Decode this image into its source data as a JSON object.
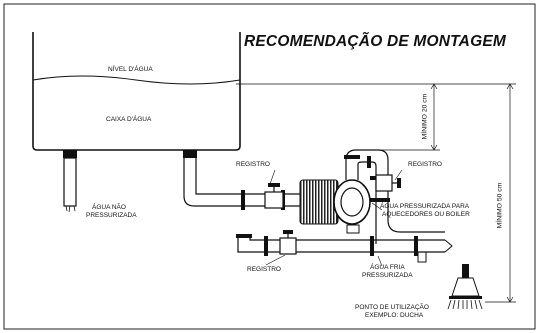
{
  "title": "RECOMENDAÇÃO DE MONTAGEM",
  "labels": {
    "nivel_agua": "NÍVEL D'ÁGUA",
    "caixa_agua": "CAIXA D'ÁGUA",
    "agua_nao_1": "ÁGUA NÃO",
    "agua_nao_2": "PRESSURIZADA",
    "registro_left": "REGISTRO",
    "registro_right": "REGISTRO",
    "registro_bottom": "REGISTRO",
    "agua_press_1": "ÁGUA PRESSURIZADA PARA",
    "agua_press_2": "AQUECEDORES OU BOILER",
    "agua_fria_1": "ÁGUA FRIA",
    "agua_fria_2": "PRESSURIZADA",
    "ponto_1": "PONTO DE UTILIZAÇÃO",
    "ponto_2": "EXEMPLO: DUCHA",
    "minimo_20": "MÍNIMO 20 cm",
    "minimo_50": "MÍNIMO 50 cm"
  }
}
